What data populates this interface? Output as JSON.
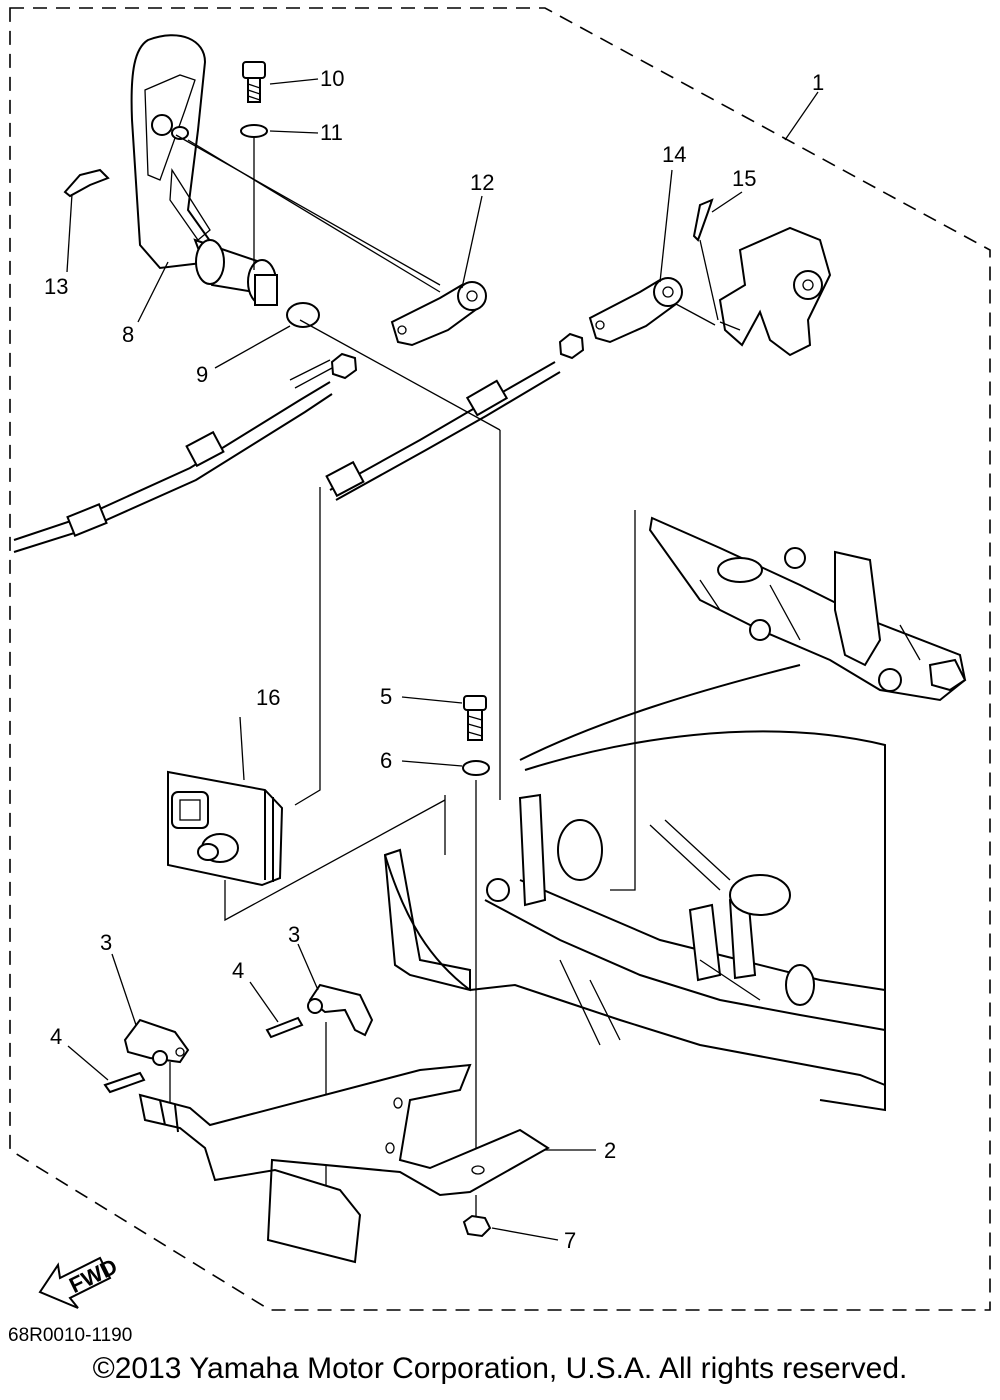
{
  "callouts": {
    "c1": "1",
    "c2": "2",
    "c3a": "3",
    "c3b": "3",
    "c4a": "4",
    "c4b": "4",
    "c5": "5",
    "c6": "6",
    "c7": "7",
    "c8": "8",
    "c9": "9",
    "c10": "10",
    "c11": "11",
    "c12": "12",
    "c13": "13",
    "c14": "14",
    "c15": "15",
    "c16": "16"
  },
  "fwd_label": "FWD",
  "drawing_code": "68R0010-1190",
  "copyright": "©2013 Yamaha Motor Corporation, U.S.A. All rights reserved."
}
